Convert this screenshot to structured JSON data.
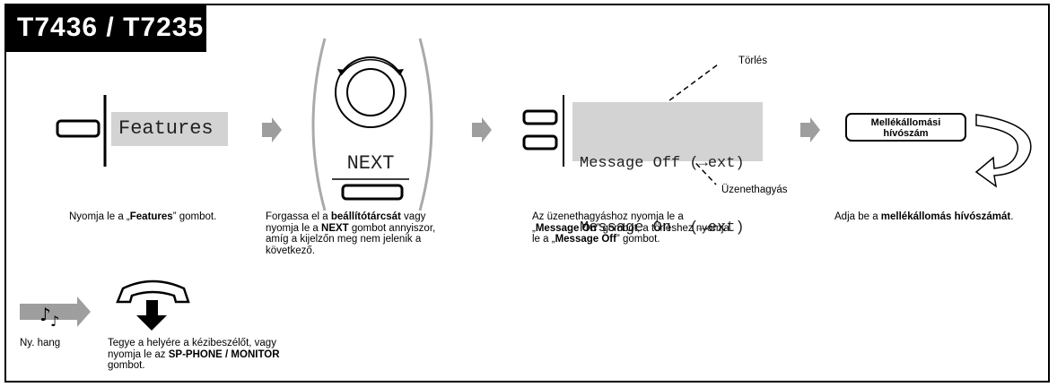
{
  "model": "T7436 / T7235",
  "step1": {
    "lcd": "Features",
    "caption_pre": "Nyomja le a „",
    "caption_bold": "Features",
    "caption_post": "” gombot."
  },
  "step2": {
    "or_badge": "vagy",
    "lcd": "NEXT",
    "caption_line1_pre": "Forgassa el a ",
    "caption_line1_bold": "beállítótárcsát",
    "caption_line1_post": " vagy",
    "caption_line2_pre": "nyomja le a ",
    "caption_line2_bold": "NEXT",
    "caption_line2_post": " gombot annyiszor,",
    "caption_line3": "amíg a kijelzőn meg nem jelenik a",
    "caption_line4": "következő."
  },
  "step3": {
    "lcd_line1": "Message Off (→ext)",
    "lcd_line2": "Message On  (→ext)",
    "label_delete": "Törlés",
    "label_message": "Üzenethagyás",
    "caption_line1": "Az üzenethagyáshoz nyomja le a",
    "caption_line2_pre": "„",
    "caption_line2_bold": "Message On",
    "caption_line2_post": "” gombot, a törléshez nyomja",
    "caption_line3_pre": "le a „",
    "caption_line3_bold": "Message Off",
    "caption_line3_post": "” gombot."
  },
  "step4": {
    "box_line1": "Mellékállomási",
    "box_line2": "hívószám",
    "caption_pre": "Adja be a ",
    "caption_bold": "mellékállomás hívószámát",
    "caption_post": "."
  },
  "bottom": {
    "tone_label": "Ny. hang",
    "hangup_line1": "Tegye a helyére a kézibeszélőt, vagy",
    "hangup_line2_pre": "nyomja le az ",
    "hangup_line2_bold": "SP-PHONE / MONITOR",
    "hangup_line3": "gombot."
  },
  "colors": {
    "lcd_bg": "#d3d3d3",
    "arrow_gray": "#9e9e9e",
    "frame": "#000000"
  }
}
